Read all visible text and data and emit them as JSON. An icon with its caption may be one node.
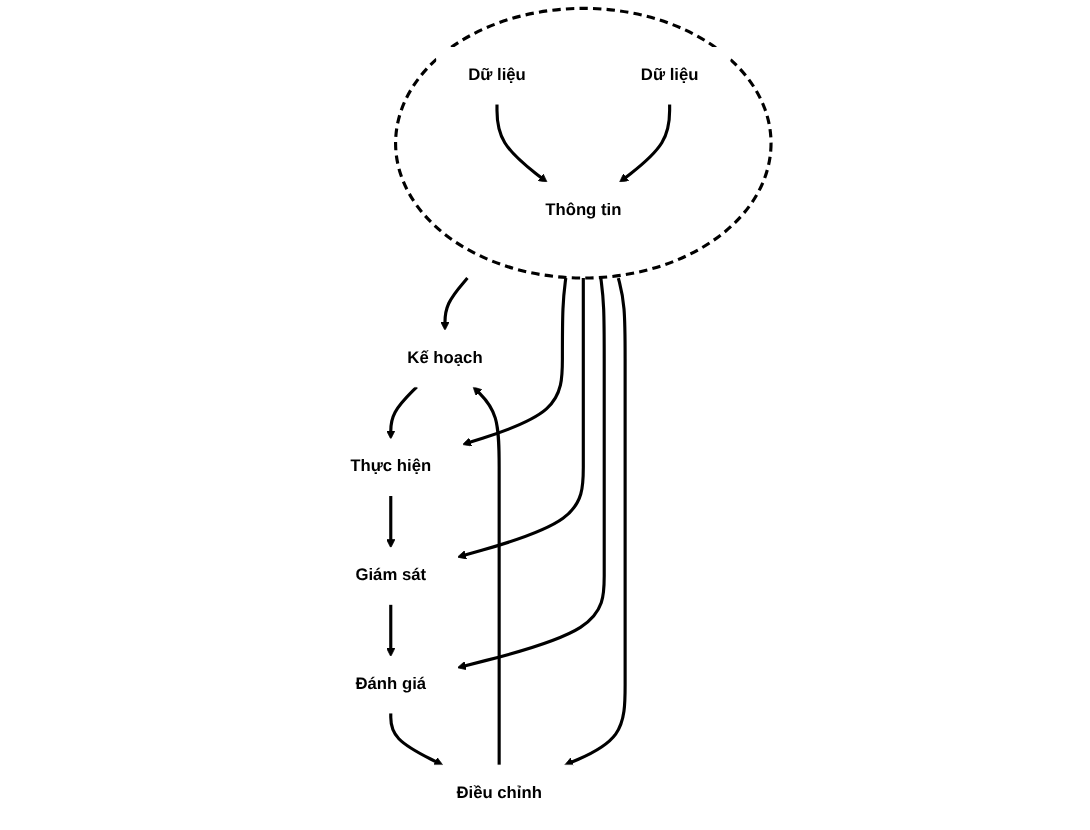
{
  "diagram": {
    "nodes": [
      {
        "text": [
          "Kế hoạch"
        ]
      },
      {
        "text": [
          "Thực hiện"
        ]
      },
      {
        "text": [],
        "shape": "circle"
      },
      {
        "text": [
          "Dữ liệu"
        ],
        "in": 2
      },
      {
        "text": [
          "Thông tin"
        ],
        "in": 2
      },
      {
        "text": [
          "Dữ liệu"
        ],
        "in": 2
      },
      {
        "text": [
          "Điều chỉnh"
        ]
      },
      {
        "text": [
          "Giám sát"
        ]
      },
      {
        "text": [
          "Đánh giá"
        ]
      }
    ],
    "edges": [
      {
        "from": 0,
        "to": 1,
        "arrow": "to"
      },
      {
        "from": 1,
        "to": 7,
        "arrow": "to"
      },
      {
        "from": 7,
        "to": 8,
        "arrow": "to"
      },
      {
        "from": 8,
        "to": 6,
        "arrow": "to"
      },
      {
        "from": 6,
        "to": 0,
        "arrow": "to"
      },
      {
        "from": 3,
        "to": 4,
        "arrow": "to"
      },
      {
        "from": 5,
        "to": 4,
        "arrow": "to"
      },
      {
        "from": 2,
        "to": 0,
        "arrow": "to"
      },
      {
        "from": 2,
        "to": 1,
        "arrow": "to"
      },
      {
        "from": 2,
        "to": 7,
        "arrow": "to"
      },
      {
        "from": 2,
        "to": 8,
        "arrow": "to"
      },
      {
        "from": 2,
        "to": 6,
        "arrow": "to"
      }
    ]
  }
}
